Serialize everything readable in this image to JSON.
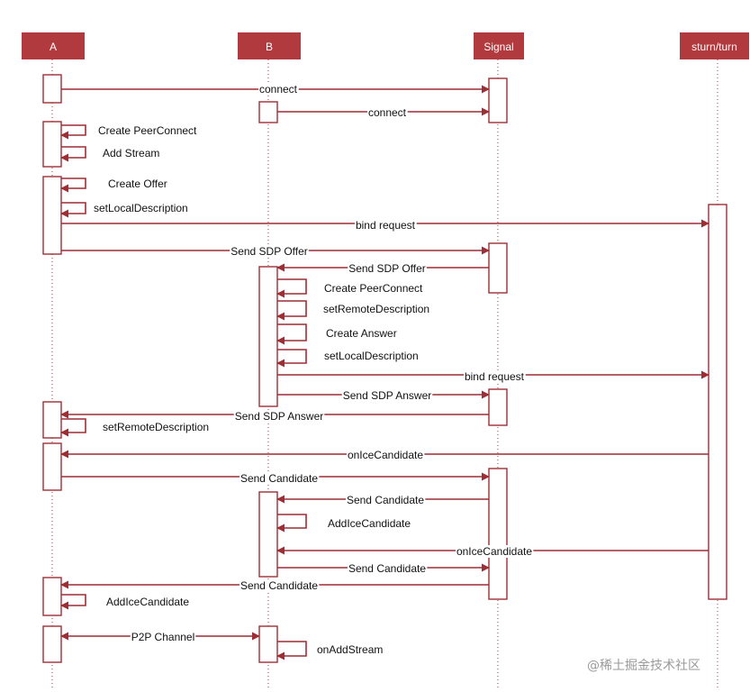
{
  "participants": [
    {
      "id": "A",
      "label": "A"
    },
    {
      "id": "B",
      "label": "B"
    },
    {
      "id": "S",
      "label": "Signal"
    },
    {
      "id": "T",
      "label": "sturn/turn"
    }
  ],
  "messages": [
    {
      "from": "A",
      "to": "S",
      "label": "connect"
    },
    {
      "from": "B",
      "to": "S",
      "label": "connect"
    },
    {
      "from": "A",
      "to": "A",
      "label": "Create PeerConnect"
    },
    {
      "from": "A",
      "to": "A",
      "label": "Add Stream"
    },
    {
      "from": "A",
      "to": "A",
      "label": "Create Offer"
    },
    {
      "from": "A",
      "to": "A",
      "label": "setLocalDescription"
    },
    {
      "from": "A",
      "to": "T",
      "label": "bind request"
    },
    {
      "from": "A",
      "to": "S",
      "label": "Send SDP Offer"
    },
    {
      "from": "S",
      "to": "B",
      "label": "Send SDP Offer"
    },
    {
      "from": "B",
      "to": "B",
      "label": "Create PeerConnect"
    },
    {
      "from": "B",
      "to": "B",
      "label": "setRemoteDescription"
    },
    {
      "from": "B",
      "to": "B",
      "label": "Create Answer"
    },
    {
      "from": "B",
      "to": "B",
      "label": "setLocalDescription"
    },
    {
      "from": "B",
      "to": "T",
      "label": "bind request"
    },
    {
      "from": "B",
      "to": "S",
      "label": "Send SDP Answer"
    },
    {
      "from": "S",
      "to": "A",
      "label": "Send SDP Answer"
    },
    {
      "from": "A",
      "to": "A",
      "label": "setRemoteDescription"
    },
    {
      "from": "T",
      "to": "A",
      "label": "onIceCandidate"
    },
    {
      "from": "A",
      "to": "S",
      "label": "Send Candidate"
    },
    {
      "from": "S",
      "to": "B",
      "label": "Send Candidate"
    },
    {
      "from": "B",
      "to": "B",
      "label": "AddIceCandidate"
    },
    {
      "from": "T",
      "to": "B",
      "label": "onIceCandidate"
    },
    {
      "from": "B",
      "to": "S",
      "label": "Send Candidate"
    },
    {
      "from": "S",
      "to": "A",
      "label": "Send Candidate"
    },
    {
      "from": "A",
      "to": "A",
      "label": "AddIceCandidate"
    },
    {
      "from": "A",
      "to": "B",
      "label": "P2P Channel",
      "bidirectional": true
    },
    {
      "from": "B",
      "to": "B",
      "label": "onAddStream"
    }
  ],
  "watermark": "@稀土掘金技术社区",
  "colors": {
    "accent": "#b03a3e",
    "line": "#9c2f35"
  }
}
